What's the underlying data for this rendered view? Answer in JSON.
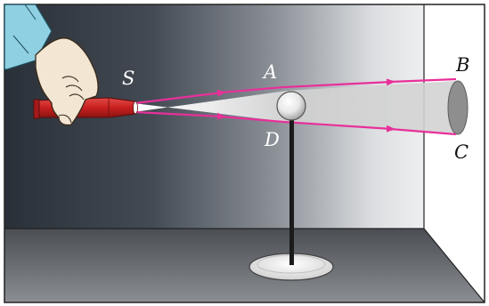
{
  "labels": {
    "source": "S",
    "top_obstacle": "A",
    "bottom_obstacle": "D",
    "top_screen": "B",
    "bottom_screen": "C"
  },
  "colors": {
    "ray": "#e8309a",
    "flashlight": "#d0282a",
    "skin": "#f3e6d3",
    "sleeve": "#8fd0e3",
    "wall_dark": "#2a3038",
    "wall_light": "#eeeff0",
    "floor": "#6a6d72",
    "side_wall": "#ffffff"
  },
  "icons": {
    "hand": "hand-icon",
    "flashlight": "flashlight-icon",
    "ball": "ball-icon",
    "stand": "stand-icon"
  }
}
